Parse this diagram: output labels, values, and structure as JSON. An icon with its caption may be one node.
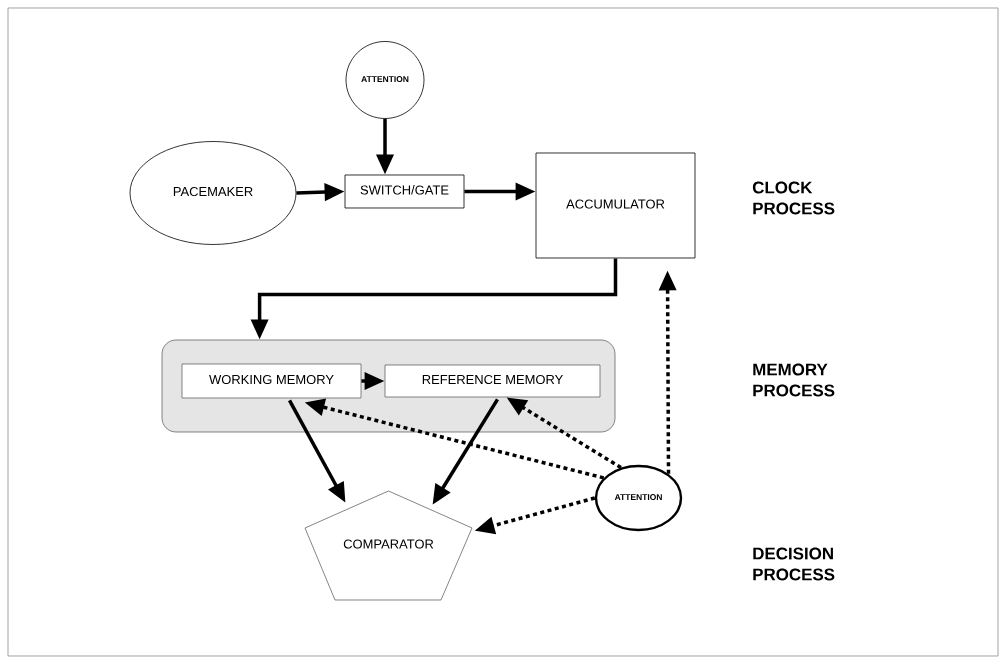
{
  "diagram": {
    "nodes": [
      {
        "text": [
          "ATTENTION"
        ]
      },
      {
        "text": [
          "PACEMAKER"
        ]
      },
      {
        "text": [
          "SWITCH/GATE"
        ]
      },
      {
        "text": [
          "ACCUMULATOR"
        ]
      },
      {
        "text": [],
        "shape": "box"
      },
      {
        "text": [
          "WORKING MEMORY"
        ],
        "in": 4
      },
      {
        "text": [
          "REFERENCE MEMORY"
        ],
        "in": 4
      },
      {
        "text": [
          "ATTENTION"
        ]
      },
      {
        "text": [
          "COMPARATOR"
        ]
      }
    ],
    "edges": [
      {
        "from": 0,
        "to": 2,
        "arrow": "to"
      },
      {
        "from": 1,
        "to": 2,
        "arrow": "to"
      },
      {
        "from": 2,
        "to": 3,
        "arrow": "to"
      },
      {
        "from": 3,
        "to": 4,
        "arrow": "to"
      },
      {
        "from": 5,
        "to": 6,
        "arrow": "to"
      },
      {
        "from": 5,
        "to": 8,
        "arrow": "to"
      },
      {
        "from": 6,
        "to": 8,
        "arrow": "to"
      },
      {
        "from": 7,
        "to": 5,
        "arrow": "to",
        "style": "dashed"
      },
      {
        "from": 7,
        "to": 6,
        "arrow": "to",
        "style": "dashed"
      },
      {
        "from": 7,
        "to": 8,
        "arrow": "to",
        "style": "dashed"
      },
      {
        "from": 7,
        "to": 3,
        "arrow": "to",
        "style": "dashed"
      }
    ],
    "labels": [
      "CLOCK PROCESS",
      "MEMORY PROCESS",
      "DECISION PROCESS"
    ]
  }
}
